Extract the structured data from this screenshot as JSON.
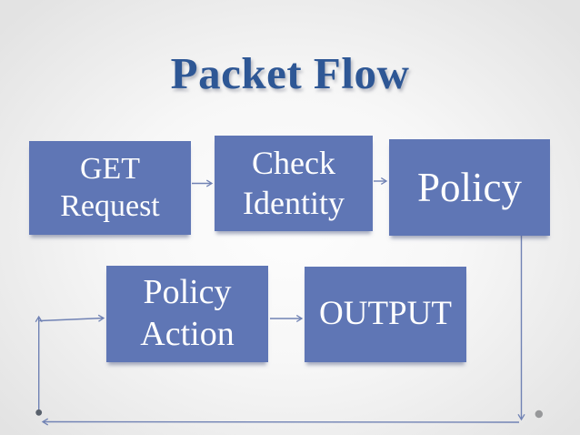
{
  "slide": {
    "title": "Packet Flow",
    "boxes": [
      {
        "name": "GET Request",
        "lines": [
          "GET",
          "Request"
        ]
      },
      {
        "name": "Check Identity",
        "lines": [
          "Check",
          "Identity"
        ]
      },
      {
        "name": "Policy",
        "lines": [
          "Policy"
        ]
      },
      {
        "name": "Policy Action",
        "lines": [
          "Policy",
          "Action"
        ]
      },
      {
        "name": "OUTPUT",
        "lines": [
          "OUTPUT"
        ]
      }
    ],
    "flow_sequence": [
      "GET Request",
      "Check Identity",
      "Policy",
      "Policy Action",
      "OUTPUT"
    ],
    "colors": {
      "title_text": "#2e5795",
      "box_fill": "#5f76b5",
      "box_text": "#ffffff",
      "connector": "#7082b4",
      "junction_dot": "#59616c",
      "corner_dot": "#97989a",
      "background_edge": "#e3e3e3",
      "background_center": "#fdfdfd"
    }
  }
}
